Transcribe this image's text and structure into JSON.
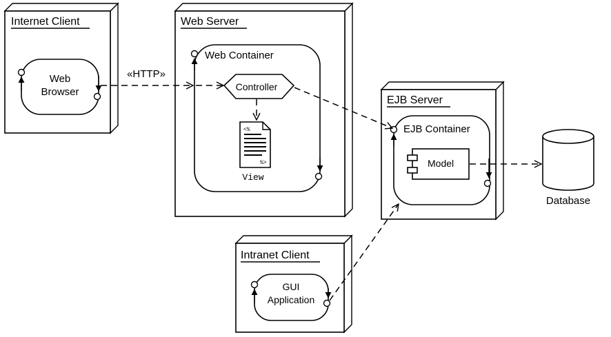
{
  "nodes": {
    "internet_client": {
      "title": "Internet Client",
      "component": [
        "Web",
        "Browser"
      ]
    },
    "web_server": {
      "title": "Web Server",
      "container": "Web Container",
      "controller": "Controller",
      "view": "View",
      "doc_top": "<%",
      "doc_bottom": "%>"
    },
    "ejb_server": {
      "title": "EJB Server",
      "container": "EJB Container",
      "model": "Model"
    },
    "intranet_client": {
      "title": "Intranet Client",
      "component": [
        "GUI",
        "Application"
      ]
    },
    "database": {
      "label": "Database"
    }
  },
  "connectors": {
    "http": "«HTTP»"
  }
}
